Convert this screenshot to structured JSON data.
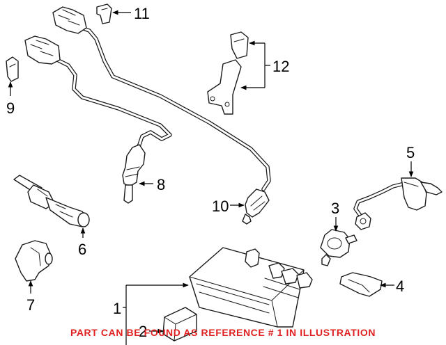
{
  "callouts": {
    "c1": "1",
    "c2": "2",
    "c3": "3",
    "c4": "4",
    "c5": "5",
    "c6": "6",
    "c7": "7",
    "c8": "8",
    "c9": "9",
    "c10": "10",
    "c11": "11",
    "c12": "12"
  },
  "note": "PART CAN BE FOUND AS REFERENCE # 1 IN ILLUSTRATION",
  "colors": {
    "line_art": "#1a1a1a",
    "note_text": "#e02020",
    "background": "#ffffff"
  }
}
